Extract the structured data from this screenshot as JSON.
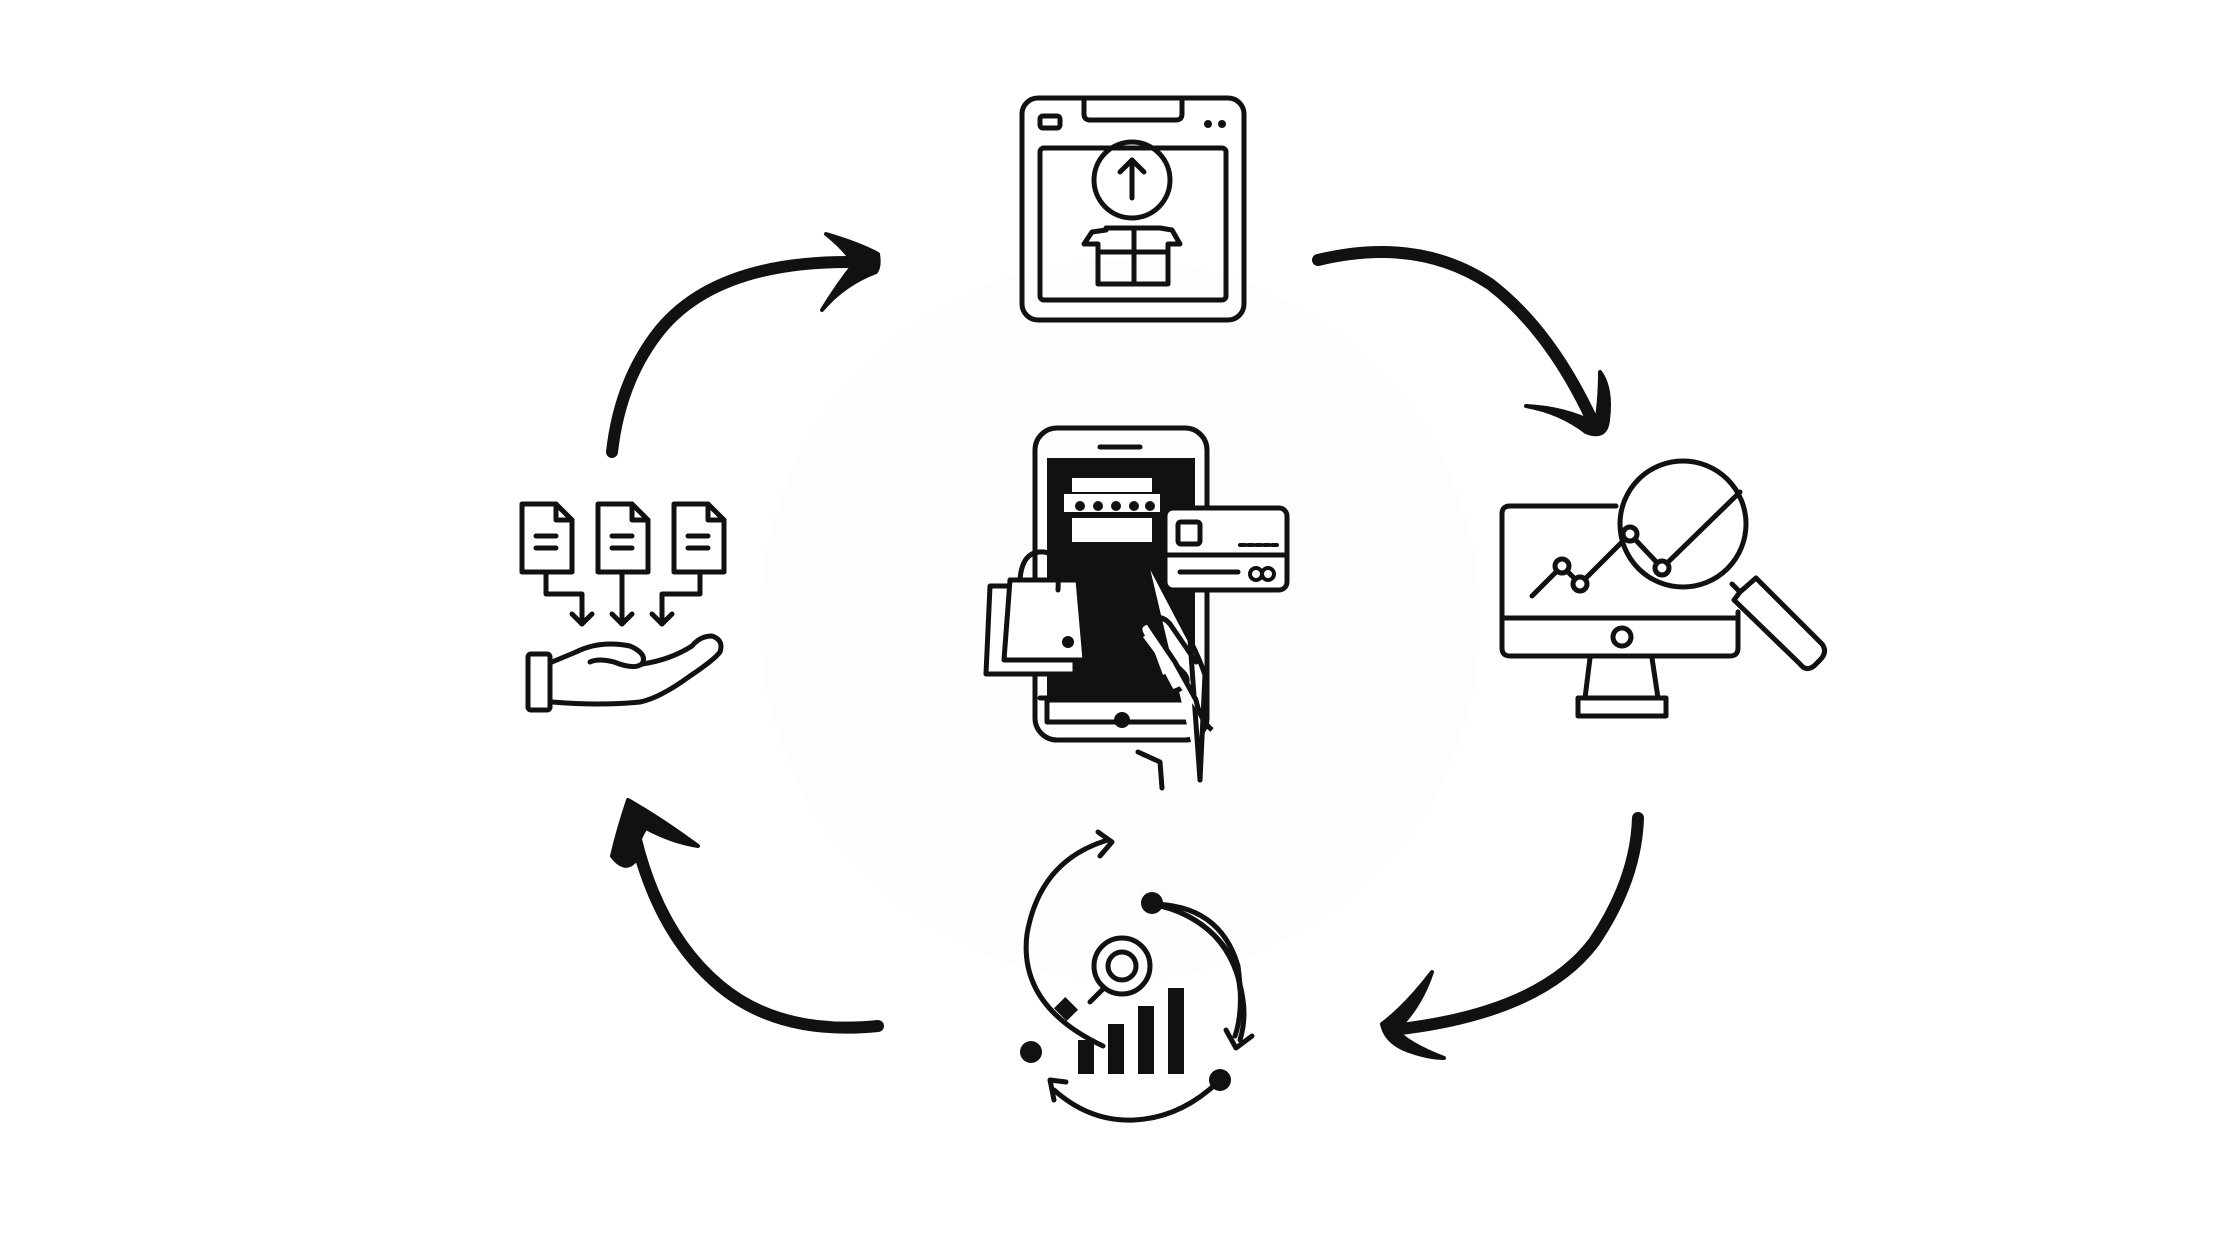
{
  "diagram": {
    "type": "cycle",
    "nodes": [
      {
        "id": "center",
        "icon": "mobile-shopping-icon"
      },
      {
        "id": "top",
        "icon": "product-upload-browser-icon"
      },
      {
        "id": "right",
        "icon": "analytics-monitor-magnifier-icon"
      },
      {
        "id": "bottom",
        "icon": "data-cycle-analysis-icon"
      },
      {
        "id": "left",
        "icon": "documents-delivery-hand-icon"
      }
    ],
    "arrows": [
      {
        "from": "left",
        "to": "top"
      },
      {
        "from": "top",
        "to": "right"
      },
      {
        "from": "right",
        "to": "bottom"
      },
      {
        "from": "bottom",
        "to": "left"
      }
    ],
    "colors": {
      "ink": "#111111",
      "background": "#ffffff"
    }
  }
}
